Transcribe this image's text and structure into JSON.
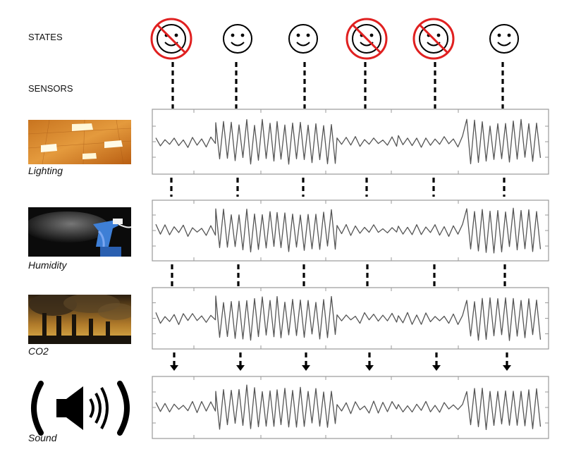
{
  "headers": {
    "states": "STATES",
    "sensors": "SENSORS"
  },
  "states": [
    {
      "face": "smiley-face-icon",
      "crossed": true
    },
    {
      "face": "smiley-face-icon",
      "crossed": false
    },
    {
      "face": "smiley-face-icon",
      "crossed": false
    },
    {
      "face": "smiley-face-icon",
      "crossed": true
    },
    {
      "face": "smiley-face-icon",
      "crossed": true
    },
    {
      "face": "smiley-face-icon",
      "crossed": false
    }
  ],
  "sensors": [
    {
      "label": "Lighting",
      "image": "ceiling-lights-photo",
      "pattern": [
        false,
        true,
        true,
        false,
        false,
        true
      ]
    },
    {
      "label": "Humidity",
      "image": "spray-bottle-photo",
      "pattern": [
        false,
        true,
        true,
        false,
        false,
        true
      ]
    },
    {
      "label": "CO2",
      "image": "smokestack-photo",
      "pattern": [
        false,
        true,
        true,
        false,
        false,
        true
      ]
    },
    {
      "label": "Sound",
      "image": "speaker-icon",
      "pattern": [
        false,
        true,
        true,
        false,
        false,
        true
      ]
    }
  ],
  "colors": {
    "cross": "#e02020",
    "signal": "#555555",
    "frame": "#9a9a9a",
    "dash": "#000000"
  }
}
